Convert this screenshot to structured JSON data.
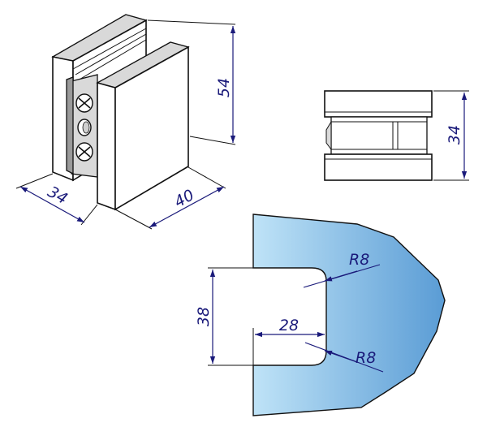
{
  "colors": {
    "dimension": "#1a1a7a",
    "line": "#111111",
    "glass_light": "#b9dff4",
    "glass_dark": "#5b9dd6"
  },
  "dimensions": {
    "iso_height": "54",
    "iso_depth": "34",
    "iso_width": "40",
    "side_height": "34",
    "glass_slot_height": "38",
    "glass_slot_depth": "28",
    "radius_top": "R8",
    "radius_bottom": "R8"
  }
}
